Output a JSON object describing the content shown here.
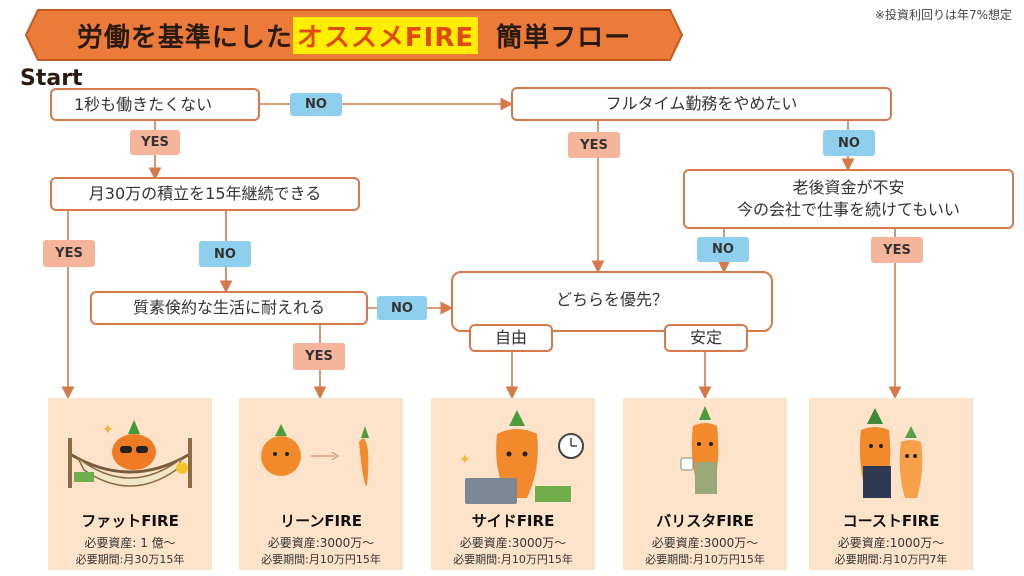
{
  "header": {
    "title_pre": "労働を基準にした",
    "title_highlight": "オススメFIRE",
    "title_post": "簡単フロー",
    "note": "※投資利回りは年7%想定",
    "start": "Start"
  },
  "questions": {
    "q1": "1秒も働きたくない",
    "q2": "月30万の積立を15年継続できる",
    "q3": "質素倹約な生活に耐えれる",
    "q4": "フルタイム勤務をやめたい",
    "q5_line1": "老後資金が不安",
    "q5_line2": "今の会社で仕事を続けてもいい",
    "q6": "どちらを優先？",
    "opt_freedom": "自由",
    "opt_stability": "安定"
  },
  "labels": {
    "yes": "YES",
    "no": "NO"
  },
  "cards": [
    {
      "name": "ファットFIRE",
      "assets": "必要資産: 1 億～",
      "period": "必要期間:月30万15年"
    },
    {
      "name": "リーンFIRE",
      "assets": "必要資産:3000万～",
      "period": "必要期間:月10万円15年"
    },
    {
      "name": "サイドFIRE",
      "assets": "必要資産:3000万～",
      "period": "必要期間:月10万円15年"
    },
    {
      "name": "バリスタFIRE",
      "assets": "必要資産:3000万～",
      "period": "必要期間:月10万円15年"
    },
    {
      "name": "コーストFIRE",
      "assets": "必要資産:1000万～",
      "period": "必要期間:月10万円7年"
    }
  ],
  "colors": {
    "banner_fill": "#ec7b3a",
    "box_border": "#d67a4a",
    "yes_tag": "#f4b59b",
    "no_tag": "#8fcfee",
    "card_bg": "#fde3c9",
    "highlight": "#ffee00"
  },
  "icons": [
    "carrot-hammock-icon",
    "carrot-walking-icon",
    "carrot-laptop-icon",
    "carrot-barista-icon",
    "carrot-couple-icon"
  ]
}
